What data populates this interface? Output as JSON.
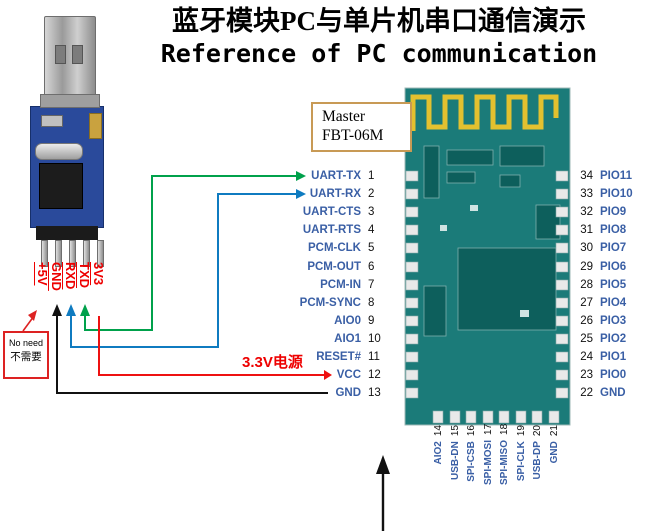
{
  "title": {
    "line1": "蓝牙模块PC与单片机串口通信演示",
    "line2": "Reference of PC communication"
  },
  "master_label": {
    "line1": "Master",
    "line2": "FBT-06M"
  },
  "no_need": {
    "line1": "No need",
    "line2": "不需要"
  },
  "power_annotation": "3.3V电源",
  "adapter_pins": [
    "+5V",
    "GND",
    "RXD",
    "TXD",
    "3V3"
  ],
  "module": {
    "left_pins": [
      {
        "name": "UART-TX",
        "num": "1"
      },
      {
        "name": "UART-RX",
        "num": "2"
      },
      {
        "name": "UART-CTS",
        "num": "3"
      },
      {
        "name": "UART-RTS",
        "num": "4"
      },
      {
        "name": "PCM-CLK",
        "num": "5"
      },
      {
        "name": "PCM-OUT",
        "num": "6"
      },
      {
        "name": "PCM-IN",
        "num": "7"
      },
      {
        "name": "PCM-SYNC",
        "num": "8"
      },
      {
        "name": "AIO0",
        "num": "9"
      },
      {
        "name": "AIO1",
        "num": "10"
      },
      {
        "name": "RESET#",
        "num": "11"
      },
      {
        "name": "VCC",
        "num": "12"
      },
      {
        "name": "GND",
        "num": "13"
      }
    ],
    "right_pins": [
      {
        "num": "34",
        "name": "PIO11"
      },
      {
        "num": "33",
        "name": "PIO10"
      },
      {
        "num": "32",
        "name": "PIO9"
      },
      {
        "num": "31",
        "name": "PIO8"
      },
      {
        "num": "30",
        "name": "PIO7"
      },
      {
        "num": "29",
        "name": "PIO6"
      },
      {
        "num": "28",
        "name": "PIO5"
      },
      {
        "num": "27",
        "name": "PIO4"
      },
      {
        "num": "26",
        "name": "PIO3"
      },
      {
        "num": "25",
        "name": "PIO2"
      },
      {
        "num": "24",
        "name": "PIO1"
      },
      {
        "num": "23",
        "name": "PIO0"
      },
      {
        "num": "22",
        "name": "GND"
      }
    ],
    "bottom_pins": [
      {
        "name": "AIO2",
        "num": "14"
      },
      {
        "name": "USB-DN",
        "num": "15"
      },
      {
        "name": "SPI-CSB",
        "num": "16"
      },
      {
        "name": "SPI-MOSI",
        "num": "17"
      },
      {
        "name": "SPI-MISO",
        "num": "18"
      },
      {
        "name": "SPI-CLK",
        "num": "19"
      },
      {
        "name": "USB-DP",
        "num": "20"
      },
      {
        "name": "GND",
        "num": "21"
      }
    ]
  },
  "colors": {
    "pcb": "#1b7b79",
    "antenna": "#e3c12f",
    "wire_tx": "#00a14b",
    "wire_rx": "#0f7bc0",
    "wire_power": "#ee1111",
    "wire_gnd": "#111111",
    "label_blue": "#3a5fa5",
    "label_red": "#ee0000"
  }
}
